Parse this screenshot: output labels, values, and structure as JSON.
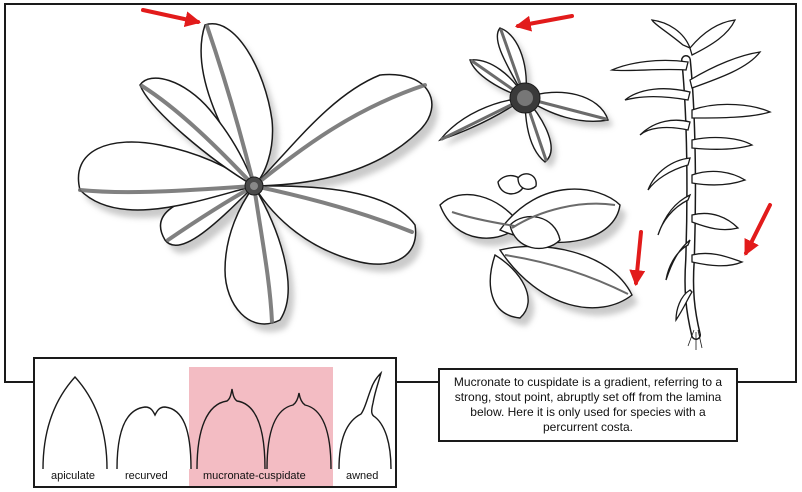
{
  "legend": {
    "tips": [
      {
        "label": "apiculate",
        "highlighted": false
      },
      {
        "label": "recurved",
        "highlighted": false
      },
      {
        "label": "mucronate-cuspidate",
        "highlighted": true
      },
      {
        "label": "awned",
        "highlighted": false
      }
    ],
    "highlight_color": "#f3bcc3"
  },
  "caption": {
    "text": "Mucronate to cuspidate is a gradient, referring to a strong, stout point, abruptly set off from the lamina below. Here it is only used for species with a percurrent costa."
  },
  "colors": {
    "arrow": "#e21b1b",
    "outline": "#1a1a1a",
    "midrib": "#6b6b6b",
    "shadow": "#bdbdbd"
  },
  "icons": [
    "arrow-icon",
    "rosette-illustration",
    "star-rosette-illustration",
    "shoot-rosette-illustration",
    "stem-illustration"
  ]
}
